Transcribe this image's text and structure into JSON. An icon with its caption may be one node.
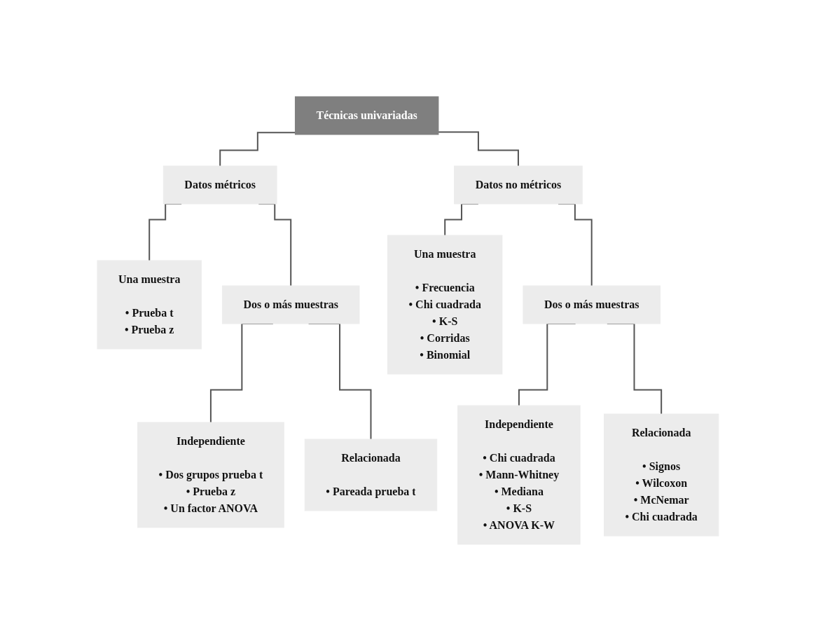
{
  "diagram": {
    "nodes": [
      {
        "text": [
          "Técnicas univariadas"
        ]
      },
      {
        "text": [
          "Datos métricos"
        ]
      },
      {
        "text": [
          "Datos no métricos"
        ]
      },
      {
        "text": [
          "Una muestra",
          "• Prueba t",
          "• Prueba z"
        ]
      },
      {
        "text": [
          "Dos o más muestras"
        ]
      },
      {
        "text": [
          "Independiente",
          "• Dos grupos prueba t",
          "• Prueba z",
          "• Un factor ANOVA"
        ]
      },
      {
        "text": [
          "Relacionada",
          "• Pareada prueba t"
        ]
      },
      {
        "text": [
          "Una muestra",
          "• Frecuencia",
          "• Chi cuadrada",
          "• K-S",
          "• Corridas",
          "• Binomial"
        ]
      },
      {
        "text": [
          "Dos o más muestras"
        ]
      },
      {
        "text": [
          "Independiente",
          "• Chi cuadrada",
          "• Mann-Whitney",
          "• Mediana",
          "• K-S",
          "• ANOVA K-W"
        ]
      },
      {
        "text": [
          "Relacionada",
          "• Signos",
          "• Wilcoxon",
          "• McNemar",
          "• Chi cuadrada"
        ]
      }
    ],
    "edges": [
      {
        "from": 0,
        "to": 1,
        "arrow": "none"
      },
      {
        "from": 0,
        "to": 2,
        "arrow": "none"
      },
      {
        "from": 1,
        "to": 3,
        "arrow": "none"
      },
      {
        "from": 1,
        "to": 4,
        "arrow": "none"
      },
      {
        "from": 4,
        "to": 5,
        "arrow": "none"
      },
      {
        "from": 4,
        "to": 6,
        "arrow": "none"
      },
      {
        "from": 2,
        "to": 7,
        "arrow": "none"
      },
      {
        "from": 2,
        "to": 8,
        "arrow": "none"
      },
      {
        "from": 8,
        "to": 9,
        "arrow": "none"
      },
      {
        "from": 8,
        "to": 10,
        "arrow": "none"
      }
    ]
  }
}
